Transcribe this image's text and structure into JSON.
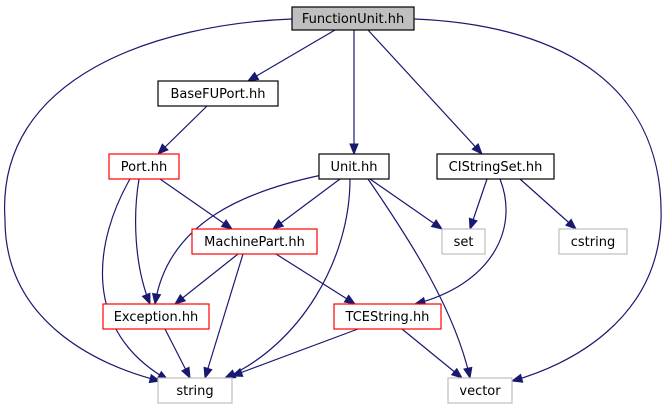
{
  "colors": {
    "edge": "#191970",
    "root_fill": "#bfbfbf",
    "documented_border": "#000000",
    "incomplete_border": "#ff0000",
    "external_border": "#bfbfbf"
  },
  "nodes": [
    {
      "id": "functionunit",
      "label": "FunctionUnit.hh",
      "style": "root"
    },
    {
      "id": "basefuport",
      "label": "BaseFUPort.hh",
      "style": "documented"
    },
    {
      "id": "port",
      "label": "Port.hh",
      "style": "incomplete"
    },
    {
      "id": "unit",
      "label": "Unit.hh",
      "style": "documented"
    },
    {
      "id": "cistringset",
      "label": "CIStringSet.hh",
      "style": "documented"
    },
    {
      "id": "machinepart",
      "label": "MachinePart.hh",
      "style": "incomplete"
    },
    {
      "id": "set",
      "label": "set",
      "style": "external"
    },
    {
      "id": "cstring",
      "label": "cstring",
      "style": "external"
    },
    {
      "id": "exception",
      "label": "Exception.hh",
      "style": "incomplete"
    },
    {
      "id": "tcestring",
      "label": "TCEString.hh",
      "style": "incomplete"
    },
    {
      "id": "string",
      "label": "string",
      "style": "external"
    },
    {
      "id": "vector",
      "label": "vector",
      "style": "external"
    }
  ],
  "edges": [
    {
      "from": "functionunit",
      "to": "basefuport"
    },
    {
      "from": "functionunit",
      "to": "unit"
    },
    {
      "from": "functionunit",
      "to": "cistringset"
    },
    {
      "from": "functionunit",
      "to": "string"
    },
    {
      "from": "functionunit",
      "to": "vector"
    },
    {
      "from": "basefuport",
      "to": "port"
    },
    {
      "from": "port",
      "to": "machinepart"
    },
    {
      "from": "port",
      "to": "exception"
    },
    {
      "from": "port",
      "to": "string"
    },
    {
      "from": "unit",
      "to": "machinepart"
    },
    {
      "from": "unit",
      "to": "exception"
    },
    {
      "from": "unit",
      "to": "set"
    },
    {
      "from": "unit",
      "to": "string"
    },
    {
      "from": "unit",
      "to": "vector"
    },
    {
      "from": "cistringset",
      "to": "set"
    },
    {
      "from": "cistringset",
      "to": "cstring"
    },
    {
      "from": "cistringset",
      "to": "tcestring"
    },
    {
      "from": "machinepart",
      "to": "exception"
    },
    {
      "from": "machinepart",
      "to": "tcestring"
    },
    {
      "from": "machinepart",
      "to": "string"
    },
    {
      "from": "exception",
      "to": "string"
    },
    {
      "from": "tcestring",
      "to": "string"
    },
    {
      "from": "tcestring",
      "to": "vector"
    }
  ]
}
